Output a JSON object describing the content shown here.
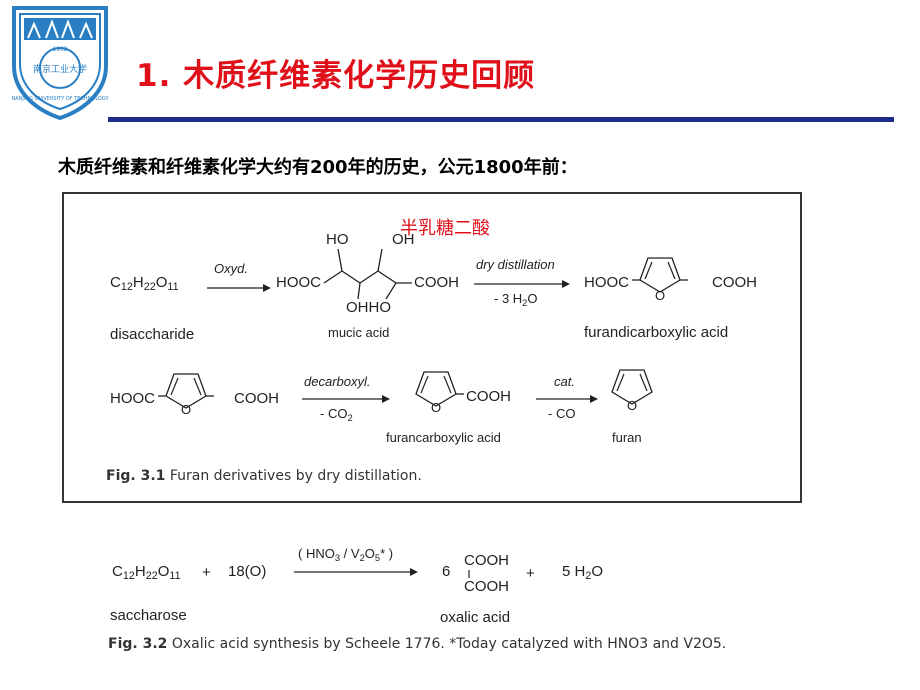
{
  "header": {
    "title": "1. 木质纤维素化学历史回顾",
    "logo_text": "NANJING UNIVERSITY OF TECHNOLOGY",
    "logo_year": "1902"
  },
  "intro": "木质纤维素和纤维素化学大约有200年的历史，公元1800年前：",
  "figure1": {
    "annotation": "半乳糖二酸",
    "row1": {
      "start": "C12H22O11",
      "arrow1_top": "Oxyd.",
      "mucic_ho": "HO",
      "mucic_oh_top": "OH",
      "mucic_left": "HOOC",
      "mucic_right": "COOH",
      "mucic_bottom": "OHHO",
      "arrow2_top": "dry distillation",
      "arrow2_bottom": "- 3 H2O",
      "product_left": "HOOC",
      "product_right": "COOH",
      "ring_o": "O",
      "label_start": "disaccharide",
      "label_mid": "mucic acid",
      "label_end": "furandicarboxylic acid"
    },
    "row2": {
      "start_left": "HOOC",
      "start_right": "COOH",
      "arrow1_top": "decarboxyl.",
      "arrow1_bottom": "- CO2",
      "mid_right": "COOH",
      "arrow2_top": "cat.",
      "arrow2_bottom": "- CO",
      "ring_o": "O",
      "label_mid": "furancarboxylic acid",
      "label_end": "furan"
    },
    "caption_label": "Fig. 3.1",
    "caption_text": "Furan derivatives by dry distillation."
  },
  "figure2": {
    "reactant1": "C12H22O11",
    "plus1": "+",
    "reactant2": "18(O)",
    "arrow_top": "( HNO3 / V2O5* )",
    "coef": "6",
    "cooh_top": "COOH",
    "cooh_bottom": "COOH",
    "plus2": "+",
    "water": "5 H2O",
    "label_start": "saccharose",
    "label_product": "oxalic acid",
    "caption_label": "Fig. 3.2",
    "caption_text": "Oxalic acid synthesis by Scheele 1776. *Today catalyzed with HNO3 and V2O5."
  },
  "colors": {
    "title": "#e0101a",
    "rule": "#1f2d8a",
    "logo": "#2a7fc4",
    "annotation": "#e0101a"
  }
}
